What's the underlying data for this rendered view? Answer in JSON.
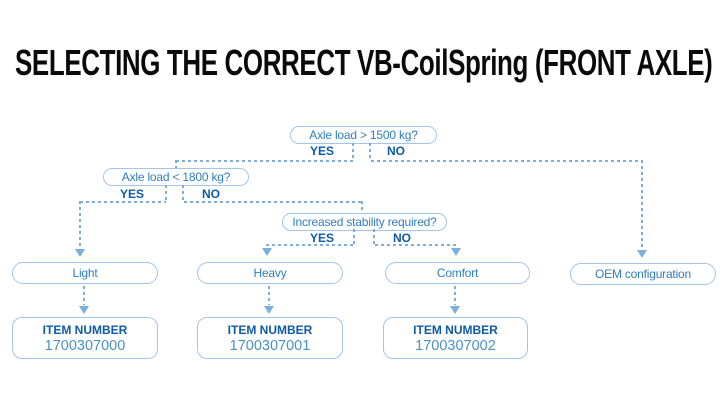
{
  "title": "SELECTING THE CORRECT VB-CoilSpring (FRONT AXLE)",
  "flow": {
    "q1": {
      "label": "Axle load > 1500 kg?",
      "yes": "YES",
      "no": "NO"
    },
    "q2": {
      "label": "Axle load < 1800 kg?",
      "yes": "YES",
      "no": "NO"
    },
    "q3": {
      "label": "Increased stability required?",
      "yes": "YES",
      "no": "NO"
    },
    "results": {
      "light": {
        "label": "Light"
      },
      "heavy": {
        "label": "Heavy"
      },
      "comfort": {
        "label": "Comfort"
      },
      "oem": {
        "label": "OEM configuration"
      }
    },
    "items": {
      "light": {
        "heading": "ITEM NUMBER",
        "number": "1700307000"
      },
      "heavy": {
        "heading": "ITEM NUMBER",
        "number": "1700307001"
      },
      "comfort": {
        "heading": "ITEM NUMBER",
        "number": "1700307002"
      }
    }
  },
  "colors": {
    "title": "#0a0a0a",
    "label_bold_blue": "#0d5ba7",
    "node_text_blue": "#2e7fc0",
    "item_number_blue": "#4a90cb",
    "node_border": "#a3c6e8",
    "connector_dash": "#7fafd9",
    "arrow": "#79b0dc",
    "background": "#ffffff"
  }
}
